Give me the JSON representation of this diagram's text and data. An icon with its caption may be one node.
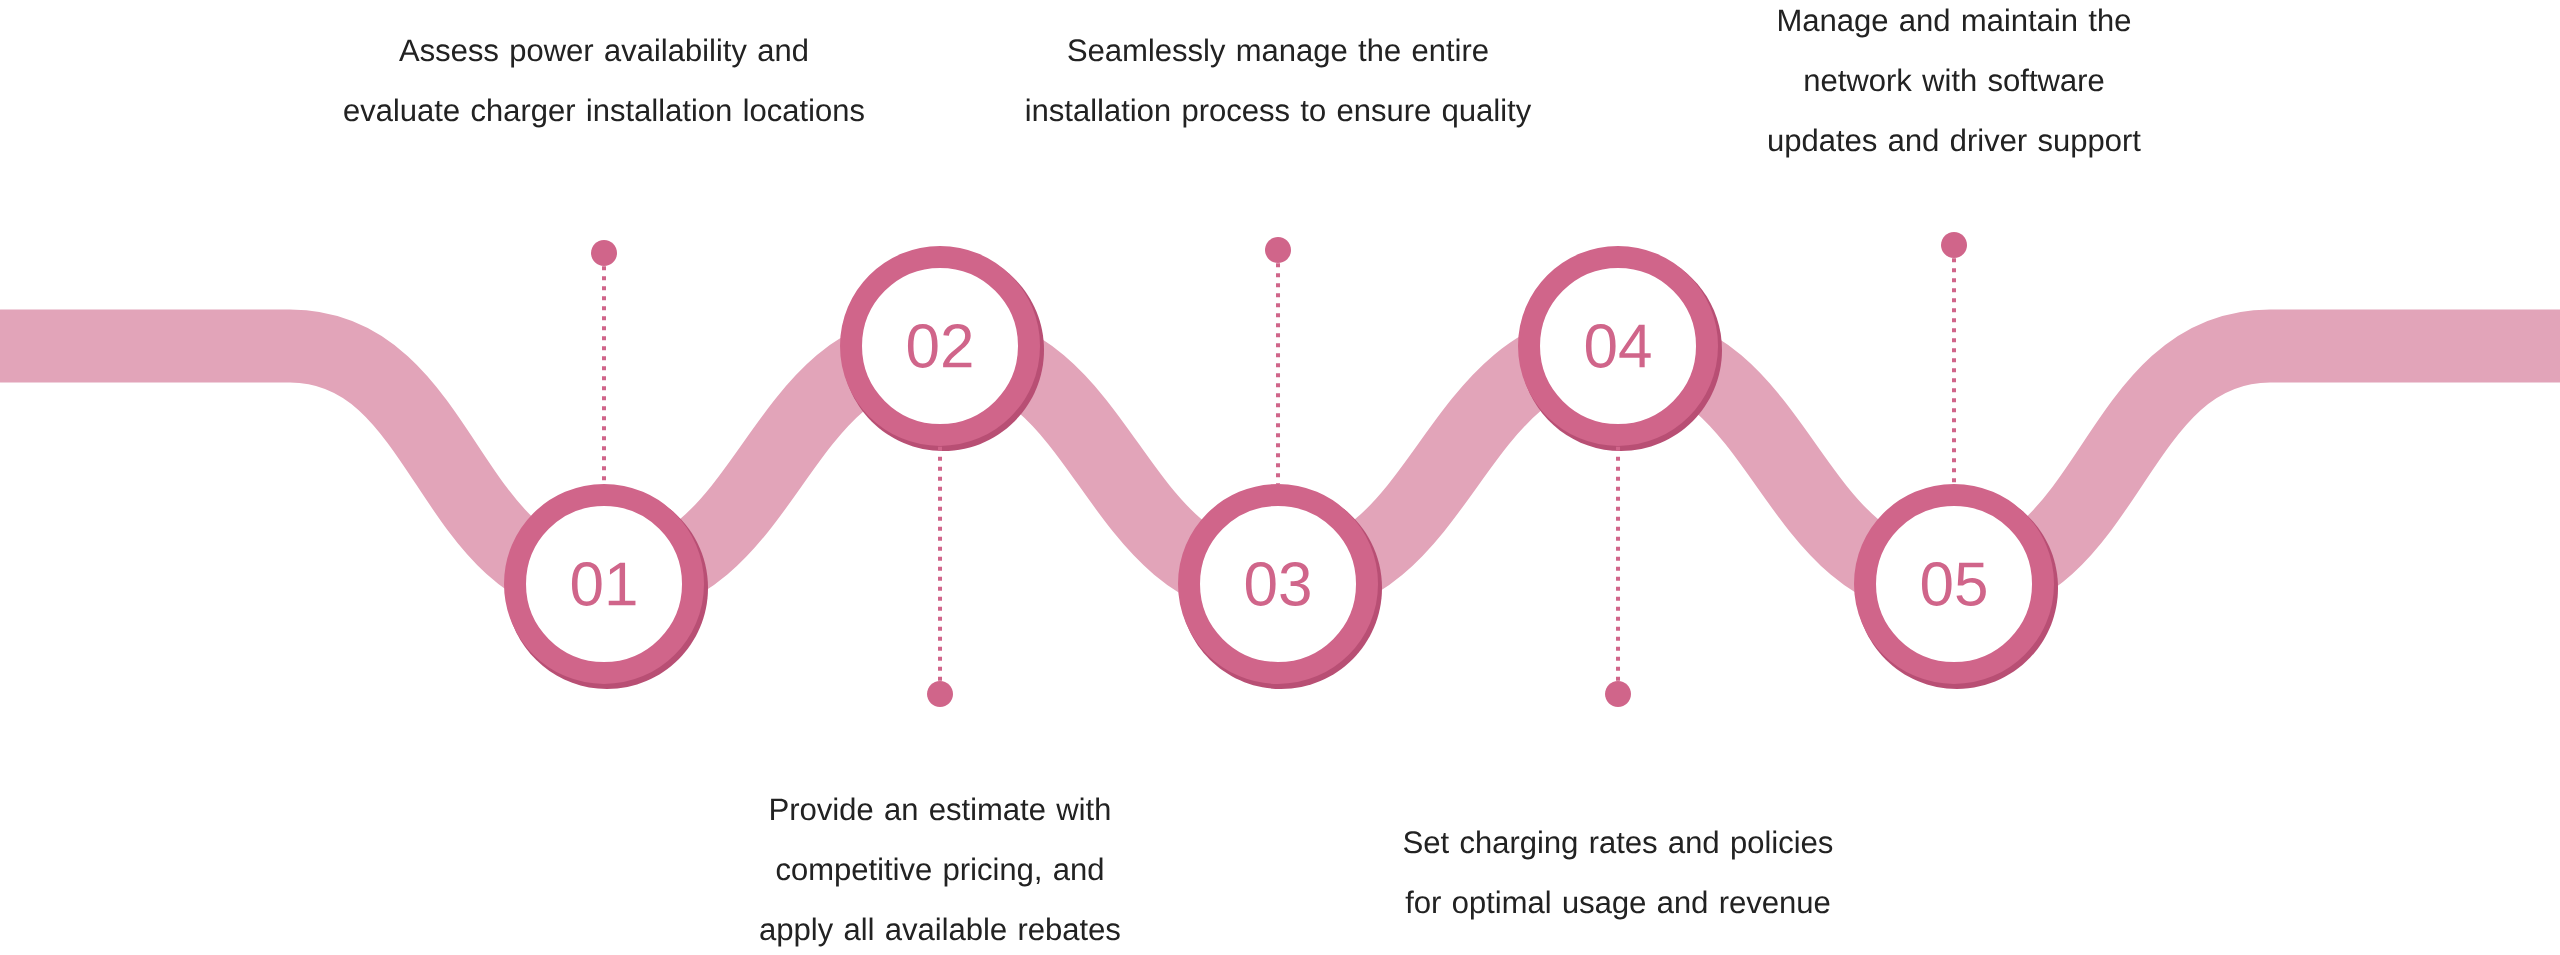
{
  "diagram": {
    "nodes": [
      {
        "text": [
          "01"
        ]
      },
      {
        "text": [
          "02"
        ]
      },
      {
        "text": [
          "03"
        ]
      },
      {
        "text": [
          "04"
        ]
      },
      {
        "text": [
          "05"
        ]
      },
      {
        "text": [
          "Assess power availability and evaluate charger installation locations"
        ]
      },
      {
        "text": [
          "Provide an estimate with competitive pricing, and apply all available rebates"
        ]
      },
      {
        "text": [
          "Seamlessly manage the entire installation process to ensure quality"
        ]
      },
      {
        "text": [
          "Set charging rates and policies for optimal usage and revenue"
        ]
      },
      {
        "text": [
          "Manage and maintain the network with software updates and driver support"
        ]
      },
      {
        "text": [],
        "shape": "circle"
      },
      {
        "text": [],
        "shape": "circle"
      },
      {
        "text": [],
        "shape": "circle"
      },
      {
        "text": [],
        "shape": "circle"
      },
      {
        "text": [],
        "shape": "circle"
      }
    ],
    "edges": [
      {
        "from": 10,
        "to": 0,
        "arrow": "none",
        "style": "dashed"
      },
      {
        "from": 11,
        "to": 1,
        "arrow": "none",
        "style": "dashed"
      },
      {
        "from": 12,
        "to": 2,
        "arrow": "none",
        "style": "dashed"
      },
      {
        "from": 13,
        "to": 3,
        "arrow": "none",
        "style": "dashed"
      },
      {
        "from": 14,
        "to": 4,
        "arrow": "none",
        "style": "dashed"
      }
    ]
  }
}
